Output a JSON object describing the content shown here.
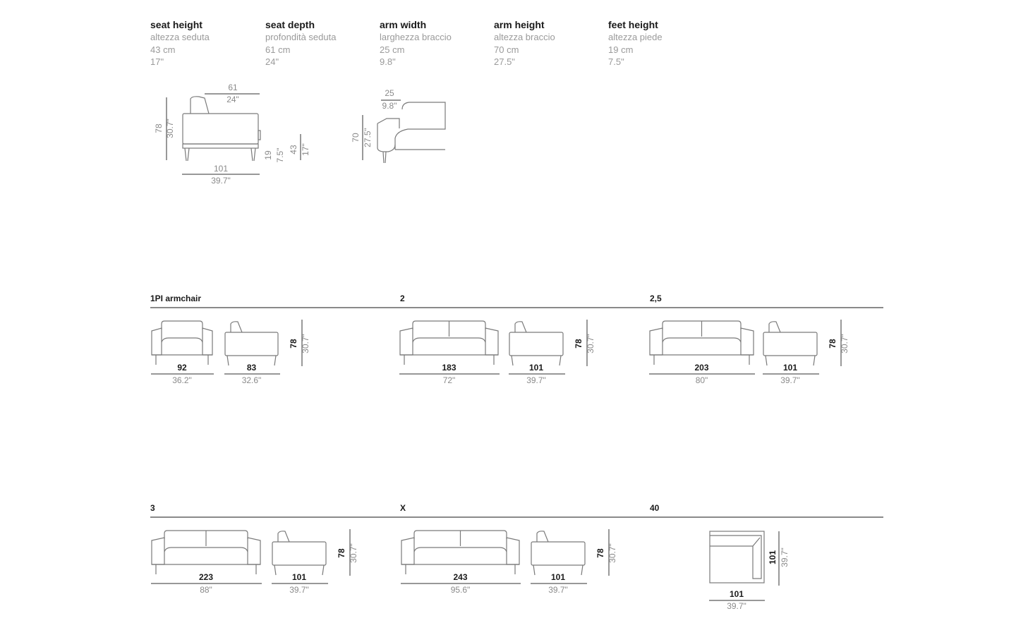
{
  "specs": [
    {
      "title": "seat height",
      "subtitle": "altezza seduta",
      "cm": "43 cm",
      "inch": "17\""
    },
    {
      "title": "seat depth",
      "subtitle": "profondità seduta",
      "cm": "61 cm",
      "inch": "24\""
    },
    {
      "title": "arm width",
      "subtitle": "larghezza braccio",
      "cm": "25 cm",
      "inch": "9.8\""
    },
    {
      "title": "arm height",
      "subtitle": "altezza braccio",
      "cm": "70 cm",
      "inch": "27.5\""
    },
    {
      "title": "feet height",
      "subtitle": "altezza piede",
      "cm": "19 cm",
      "inch": "7.5\""
    }
  ],
  "detail": {
    "side": {
      "seat_depth": "61",
      "seat_depth_in": "24\"",
      "height": "78",
      "height_in": "30.7\"",
      "depth": "101",
      "depth_in": "39.7\"",
      "feet": "19",
      "feet_in": "7.5\"",
      "seat_h": "43",
      "seat_h_in": "17\""
    },
    "arm": {
      "arm_w": "25",
      "arm_w_in": "9.8\"",
      "arm_h": "70",
      "arm_h_in": "27.5\""
    }
  },
  "sections": [
    {
      "title": "1PI armchair",
      "front_w": "92",
      "front_w_in": "36.2\"",
      "side_d": "83",
      "side_d_in": "32.6\"",
      "h": "78",
      "h_in": "30.7\""
    },
    {
      "title": "2",
      "front_w": "183",
      "front_w_in": "72\"",
      "side_d": "101",
      "side_d_in": "39.7\"",
      "h": "78",
      "h_in": "30.7\""
    },
    {
      "title": "2,5",
      "front_w": "203",
      "front_w_in": "80\"",
      "side_d": "101",
      "side_d_in": "39.7\"",
      "h": "78",
      "h_in": "30.7\""
    },
    {
      "title": "3",
      "front_w": "223",
      "front_w_in": "88\"",
      "side_d": "101",
      "side_d_in": "39.7\"",
      "h": "78",
      "h_in": "30.7\""
    },
    {
      "title": "X",
      "front_w": "243",
      "front_w_in": "95.6\"",
      "side_d": "101",
      "side_d_in": "39.7\"",
      "h": "78",
      "h_in": "30.7\""
    },
    {
      "title": "40",
      "w": "101",
      "w_in": "39.7\"",
      "d": "101",
      "d_in": "39.7\""
    }
  ]
}
